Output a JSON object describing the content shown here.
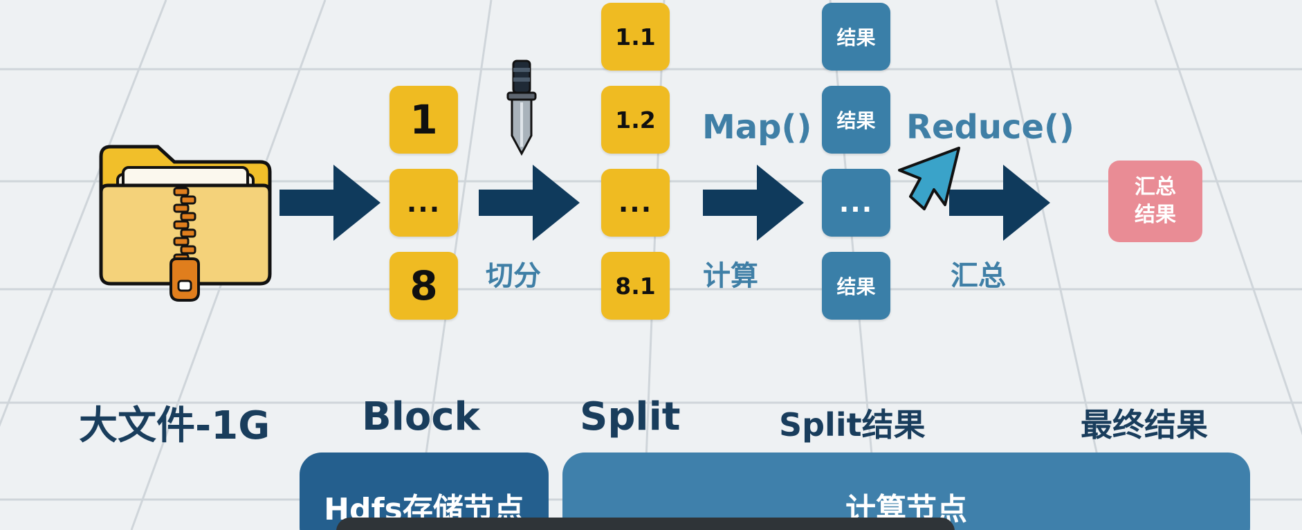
{
  "diagram": {
    "file_label": "大文件-1G",
    "blocks": [
      "1",
      "...",
      "8"
    ],
    "splits": [
      "1.1",
      "1.2",
      "...",
      "8.1"
    ],
    "results": [
      "结果",
      "结果",
      "...",
      "结果"
    ],
    "final_box": {
      "line1": "汇总",
      "line2": "结果"
    },
    "step_labels": {
      "split": "切分",
      "compute": "计算",
      "aggregate": "汇总",
      "map": "Map()",
      "reduce": "Reduce()"
    },
    "column_labels": {
      "block": "Block",
      "split": "Split",
      "split_result": "Split结果",
      "final": "最终结果"
    },
    "nodes": {
      "storage": "Hdfs存储节点",
      "compute": "计算节点"
    }
  },
  "colors": {
    "yellow": "#efbb22",
    "blue": "#3a7fa8",
    "navy": "#0f3a5c",
    "pink": "#e98c95",
    "storage_panel": "#245f8e",
    "compute_panel": "#3f80ab"
  },
  "icons": [
    "zip-folder-icon",
    "knife-icon",
    "cursor-arrow-icon"
  ]
}
